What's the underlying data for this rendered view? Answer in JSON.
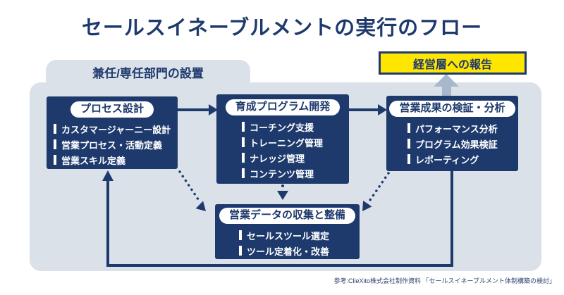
{
  "title": "セールスイネーブルメントの実行のフロー",
  "panel": {
    "tab_label": "兼任/専任部門の設置"
  },
  "report_box": {
    "label": "経営層への報告"
  },
  "boxes": [
    {
      "title": "プロセス設計",
      "items": [
        "カスタマージャーニー設計",
        "営業プロセス・活動定義",
        "営業スキル定義"
      ]
    },
    {
      "title": "育成プログラム開発",
      "items": [
        "コーチング支援",
        "トレーニング管理",
        "ナレッジ管理",
        "コンテンツ管理"
      ]
    },
    {
      "title": "営業成果の検証・分析",
      "items": [
        "パフォーマンス分析",
        "プログラム効果検証",
        "レポーティング"
      ]
    },
    {
      "title": "営業データの収集と整備",
      "items": [
        "セールスツール選定",
        "ツール定着化・改善"
      ]
    }
  ],
  "footer": {
    "citation": "参考:ClieXito株式会社制作資料 「セールスイネーブルメント体制構築の検討」"
  },
  "colors": {
    "navy": "#1e3a6d",
    "panel_gray_blue": "#dbe1e9",
    "report_yellow": "#ffe600",
    "big_arrow_gray": "#a9b7cb",
    "white": "#ffffff"
  }
}
